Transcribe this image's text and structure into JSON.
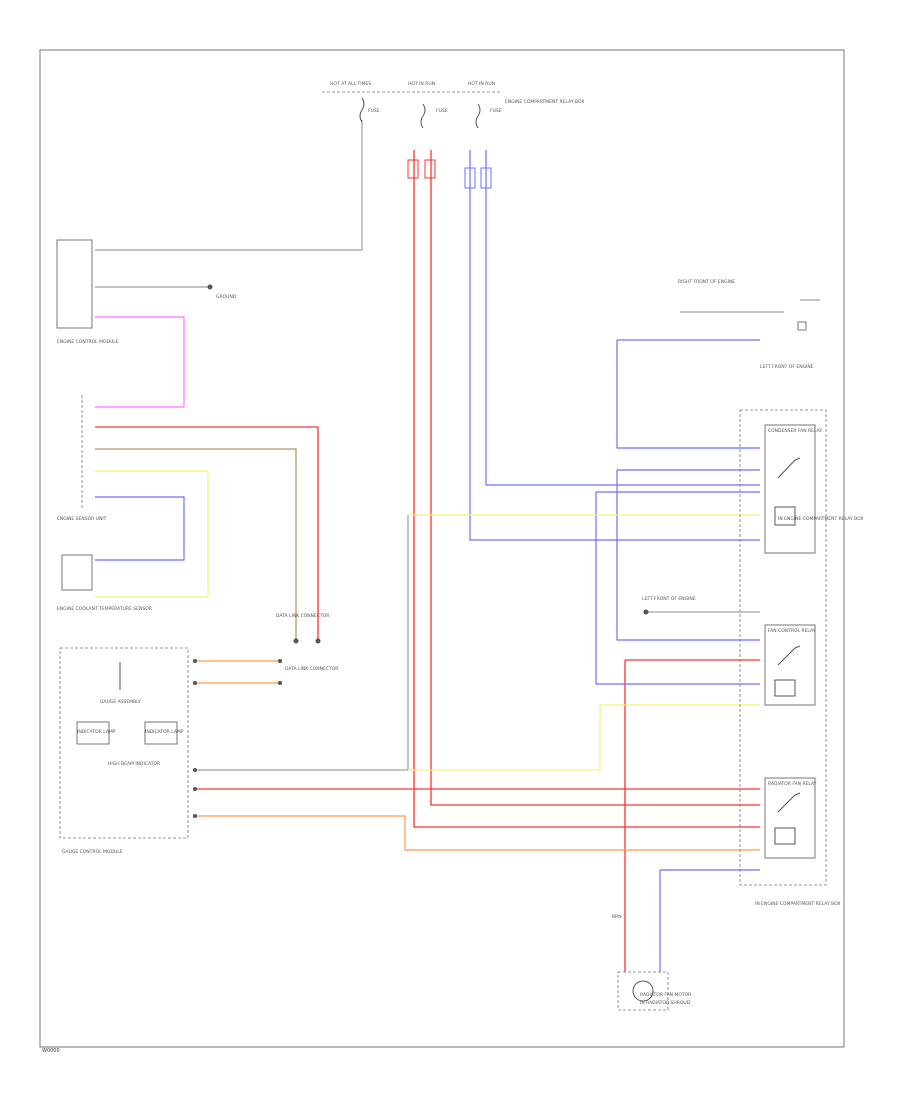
{
  "footer": {
    "code": "W0000"
  },
  "colors": {
    "red": "#ff3030",
    "blue": "#6f6fff",
    "pink": "#ff6fff",
    "yellow": "#f4f27a",
    "orange": "#ff9a4a",
    "brown": "#b8946a",
    "black": "#8a8a8a"
  },
  "labels": {
    "fuse_hot_all": "HOT AT ALL TIMES",
    "fuse_hot_run": "HOT IN RUN",
    "fuse_hot_run2": "HOT IN RUN",
    "fuse_box": "ENGINE COMPARTMENT RELAY BOX",
    "fuse1": "FUSE",
    "fuse2": "FUSE",
    "fuse3": "FUSE",
    "ecm_name": "ENGINE CONTROL MODULE",
    "ground1": "GROUND",
    "ecu_sensor": "ENGINE SENSOR UNIT",
    "sensor2": "ENGINE COOLANT TEMPERATURE SENSOR",
    "data_link": "DATA LINK CONNECTOR",
    "gauge_assy": "GAUGE ASSEMBLY",
    "gauge_lamp_l": "INDICATOR LAMP",
    "gauge_lamp_r": "INDICATOR LAMP",
    "gauge_sub": "HIGH BEAM INDICATOR",
    "gauge_name": "GAUGE CONTROL MODULE",
    "left_rear_1": "LEFT FRONT OF ENGINE",
    "right_top": "RIGHT FRONT OF ENGINE",
    "relay1": "CONDENSER FAN RELAY",
    "relay1_sub": "IN ENGINE COMPARTMENT RELAY BOX",
    "relay2": "FAN CONTROL RELAY",
    "relay3": "RADIATOR FAN RELAY",
    "relay3_sub": "IN ENGINE COMPARTMENT RELAY BOX",
    "left_front": "LEFT FRONT OF ENGINE",
    "motor": "RADIATOR FAN MOTOR",
    "motor_sub": "IN RADIATOR SHROUD",
    "motor_amt": "BRN"
  }
}
